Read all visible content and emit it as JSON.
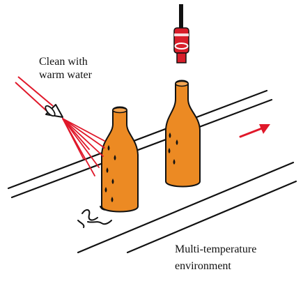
{
  "labels": {
    "clean_line1": "Clean with",
    "clean_line2": "warm water",
    "env_line1": "Multi-temperature",
    "env_line2": "environment"
  },
  "colors": {
    "bottle_fill": "#EC8A23",
    "outline": "#111111",
    "spray_red": "#E0182A",
    "sensor_red": "#D81E2A",
    "arrow_red": "#E0182A",
    "background": "#FFFFFF"
  },
  "icons": {
    "sensor": "sensor-icon",
    "nozzle": "spray-nozzle-icon",
    "direction": "arrow-right-icon"
  }
}
